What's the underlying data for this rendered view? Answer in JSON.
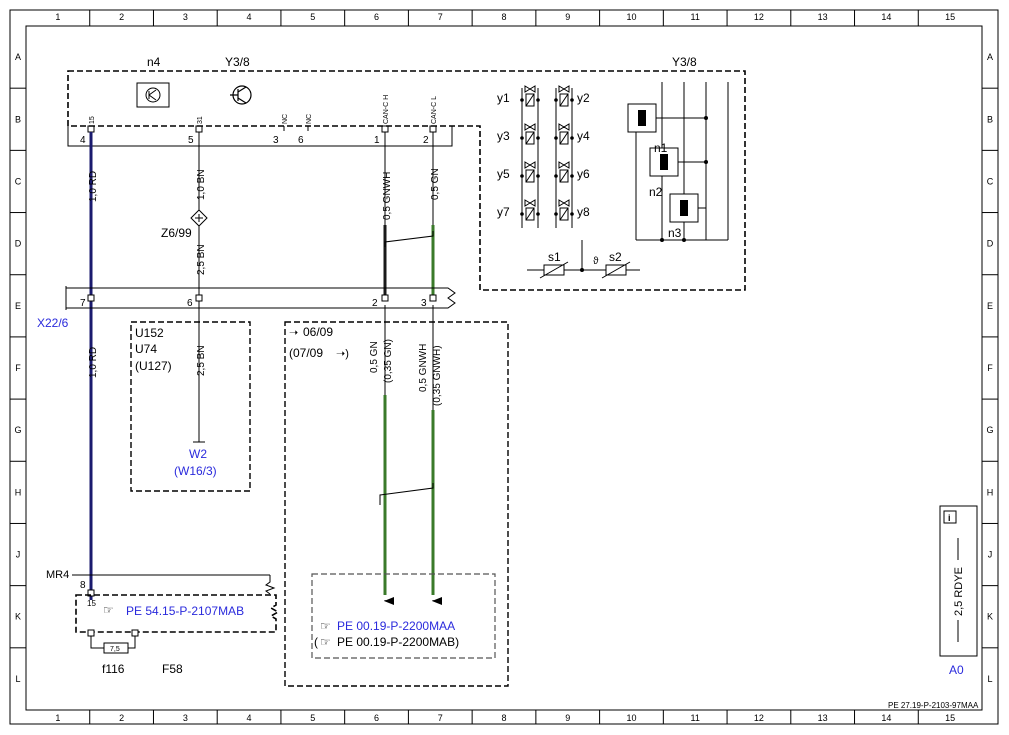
{
  "frame": {
    "columns": [
      "1",
      "2",
      "3",
      "4",
      "5",
      "6",
      "7",
      "8",
      "9",
      "10",
      "11",
      "12",
      "13",
      "14",
      "15"
    ],
    "rows": [
      "A",
      "B",
      "C",
      "D",
      "E",
      "F",
      "G",
      "H",
      "J",
      "K",
      "L"
    ]
  },
  "module_y3_8": {
    "label_left": "Y3/8",
    "label_right": "Y3/8",
    "n4_label": "n4",
    "pin_names": [
      "15",
      "31",
      "NC",
      "NC",
      "CAN-C H",
      "CAN-C L"
    ],
    "pin_numbers": [
      "4",
      "5",
      "3",
      "6",
      "1",
      "2"
    ],
    "valves": [
      "y1",
      "y2",
      "y3",
      "y4",
      "y5",
      "y6",
      "y7",
      "y8"
    ],
    "sensors": [
      "s1",
      "s2"
    ],
    "theta": "ϑ",
    "controllers": [
      "n1",
      "n2",
      "n3"
    ]
  },
  "wires": {
    "w15": "1,0 RD",
    "w31": "1,0 BN",
    "z6_label": "Z6/99",
    "w31b": "2,5 BN",
    "can_h": "0,5 GNWH",
    "can_l": "0,5 GN",
    "w15b": "1,0 RD",
    "w31c": "2,5 BN",
    "can_h2": "0,5 GN",
    "can_h2_alt": "(0,35 GN)",
    "can_l2": "0,5 GNWH",
    "can_l2_alt": "(0,35 GNWH)"
  },
  "connector_x22": {
    "label": "X22/6",
    "pins": [
      "7",
      "6",
      "2",
      "3"
    ]
  },
  "variant_box": {
    "line1": "U152",
    "line2": "U74",
    "line3": "(U127)",
    "ground": "W2",
    "ground_alt": "(W16/3)"
  },
  "date_box": {
    "from": "06/09",
    "to": "(07/09",
    "to_arrow": "➝)",
    "ref1": "PE 00.19-P-2200MAA",
    "ref2": "PE 00.19-P-2200MAB)",
    "ref2_prefix": "("
  },
  "fuse_box": {
    "mr4": "MR4",
    "pin8": "8",
    "pin15": "15",
    "ref": "PE 54.15-P-2107MAB",
    "fuse_value": "7,5",
    "fuse_label": "f116",
    "box_label": "F58"
  },
  "legend_a0": {
    "wire": "2,5 RDYE",
    "label": "A0",
    "info_icon": "i"
  },
  "doc_id": "PE 27.19-P-2103-97MAA",
  "colors": {
    "wire_rd": "#1a1a6e",
    "wire_can": "#3a7a2a",
    "blue_text": "#2a2adc"
  }
}
